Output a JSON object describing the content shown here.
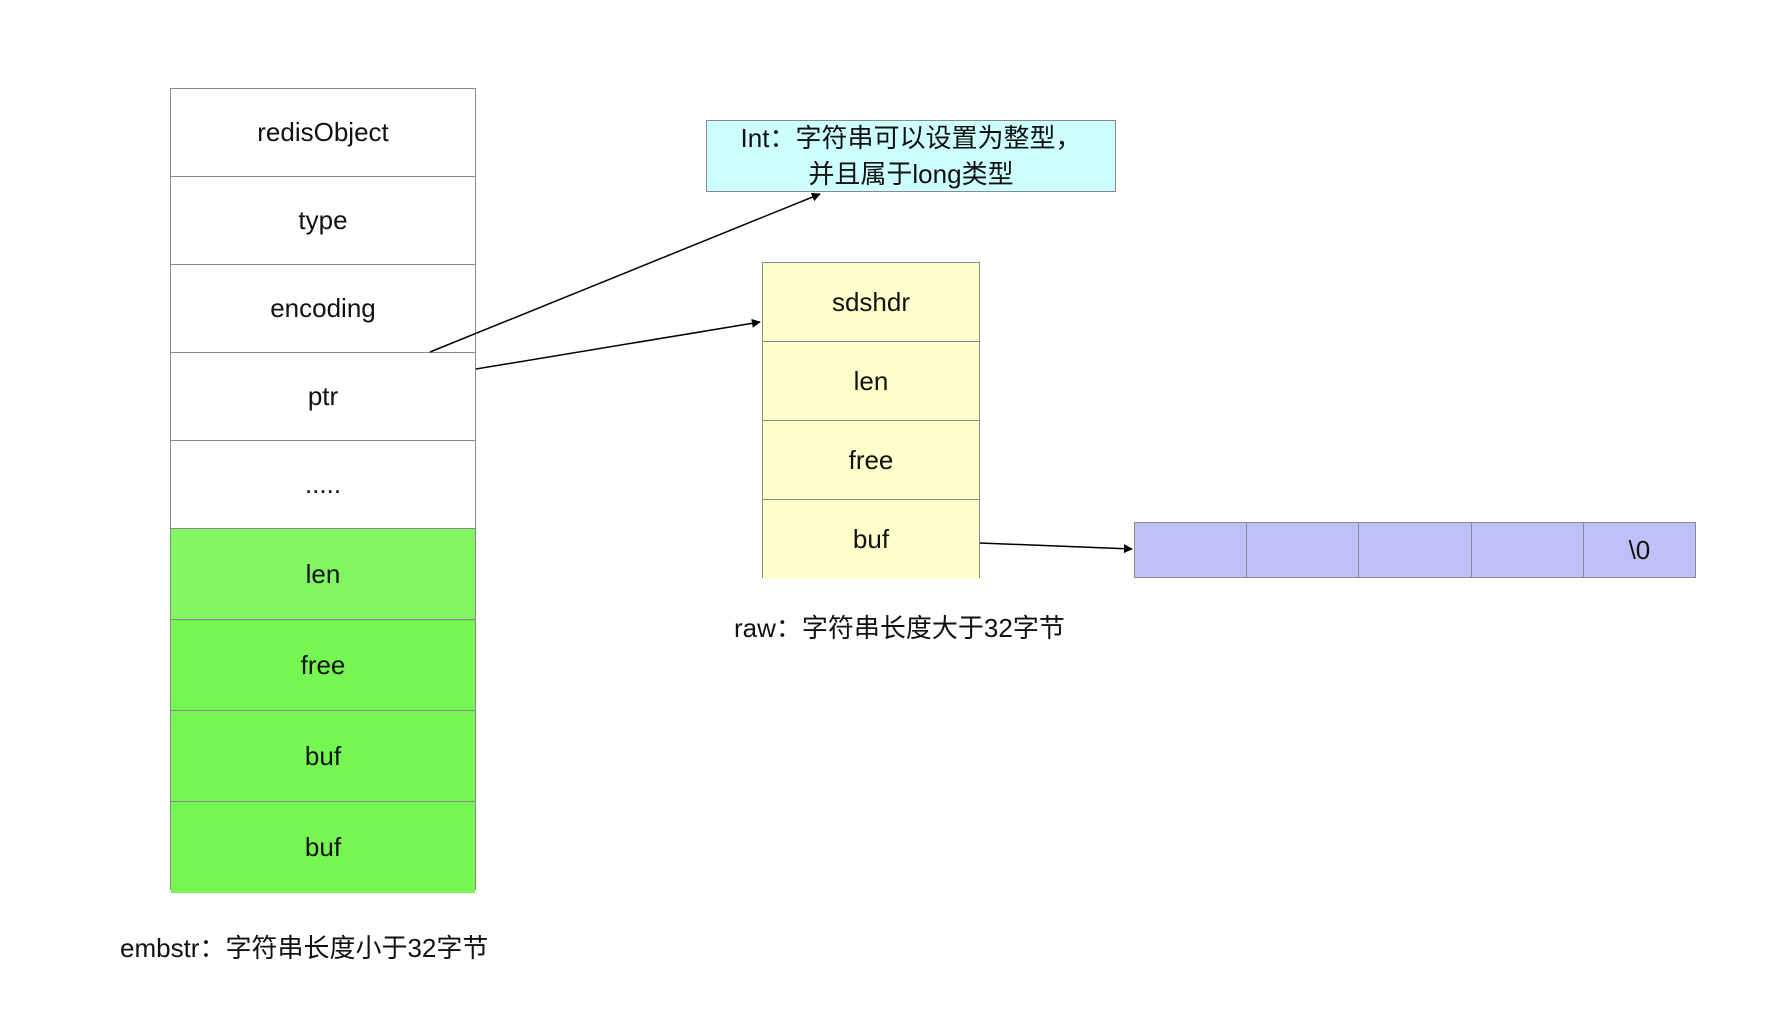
{
  "embstr": {
    "caption": "embstr：字符串长度小于32字节",
    "header_fields": [
      "redisObject",
      "type",
      "encoding",
      "ptr",
      "....."
    ],
    "sds_fields": [
      "len",
      "free",
      "buf",
      "buf"
    ]
  },
  "raw": {
    "caption": "raw：字符串长度大于32字节",
    "sds_fields": [
      "sdshdr",
      "len",
      "free",
      "buf"
    ],
    "buffer_slots": [
      "",
      "",
      "",
      "",
      "\\0"
    ]
  },
  "int_note": {
    "line1": "Int：字符串可以设置为整型，",
    "line2": "并且属于long类型"
  },
  "colors": {
    "embstr_header_fill": "#ffffff",
    "embstr_sds_fill": "#76f653",
    "raw_sds_fill": "#ffffcc",
    "buffer_fill": "#bfc0f8",
    "int_note_fill": "#ccfffe",
    "border": "#8a8a8a",
    "arrow": "#000000"
  }
}
